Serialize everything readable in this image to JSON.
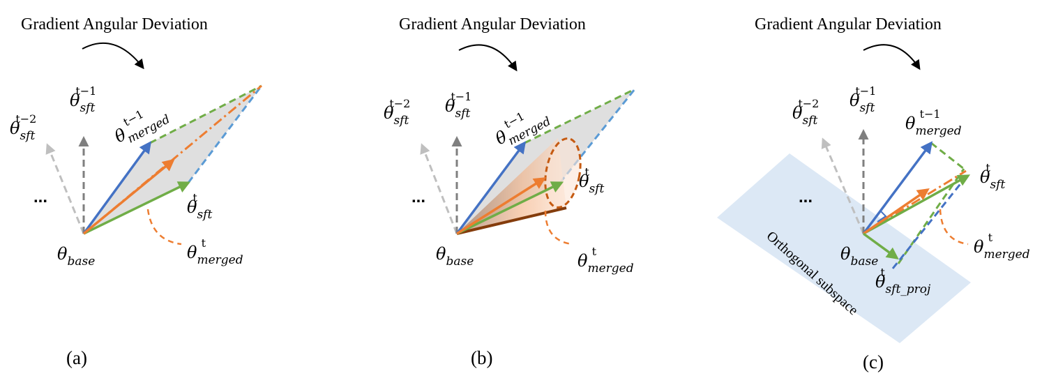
{
  "colors": {
    "merged_prev": "#4472c4",
    "sft_t": "#70ad47",
    "merged_t": "#ed7d31",
    "sft_prev": "#7f7f7f",
    "sft_prev2": "#bfbfbf",
    "parallelogram_fill": "#d9d9d9",
    "cone_fill": "#f4c8a8",
    "cone_edge": "#c55a11",
    "plane_fill": "#dce8f5",
    "arc_arrow": "#000000"
  },
  "panels": [
    {
      "title": "Gradient Angular Deviation",
      "caption": "(a)",
      "labels": {
        "base": "θ",
        "base_sub": "base",
        "sft_prev": "θ",
        "sft_prev_sub": "sft",
        "sft_prev_sup": "t−1",
        "sft_prev2": "θ",
        "sft_prev2_sub": "sft",
        "sft_prev2_sup": "t−2",
        "merged_prev": "θ",
        "merged_prev_sub": "merged",
        "merged_prev_sup": "t−1",
        "sft_t": "θ",
        "sft_t_sub": "sft",
        "sft_t_sup": "t",
        "merged_t": "θ",
        "merged_t_sub": "merged",
        "merged_t_sup": "t",
        "ellipsis": "..."
      }
    },
    {
      "title": "Gradient Angular Deviation",
      "caption": "(b)",
      "labels": {
        "base": "θ",
        "base_sub": "base",
        "sft_prev": "θ",
        "sft_prev_sub": "sft",
        "sft_prev_sup": "t−1",
        "sft_prev2": "θ",
        "sft_prev2_sub": "sft",
        "sft_prev2_sup": "t−2",
        "merged_prev": "θ",
        "merged_prev_sub": "merged",
        "merged_prev_sup": "t−1",
        "sft_t": "θ",
        "sft_t_sub": "sft",
        "sft_t_sup": "t",
        "merged_t": "θ",
        "merged_t_sub": "merged",
        "merged_t_sup": "t",
        "ellipsis": "..."
      }
    },
    {
      "title": "Gradient Angular Deviation",
      "caption": "(c)",
      "plane_label": "Orthogonal subspace",
      "labels": {
        "base": "θ",
        "base_sub": "base",
        "sft_prev": "θ",
        "sft_prev_sub": "sft",
        "sft_prev_sup": "t−1",
        "sft_prev2": "θ",
        "sft_prev2_sub": "sft",
        "sft_prev2_sup": "t−2",
        "merged_prev": "θ",
        "merged_prev_sub": "merged",
        "merged_prev_sup": "t−1",
        "sft_t": "θ",
        "sft_t_sub": "sft",
        "sft_t_sup": "t",
        "merged_t": "θ",
        "merged_t_sub": "merged",
        "merged_t_sup": "t",
        "proj": "θ",
        "proj_sub": "sft_proj",
        "proj_sup": "t",
        "ellipsis": "..."
      }
    }
  ]
}
